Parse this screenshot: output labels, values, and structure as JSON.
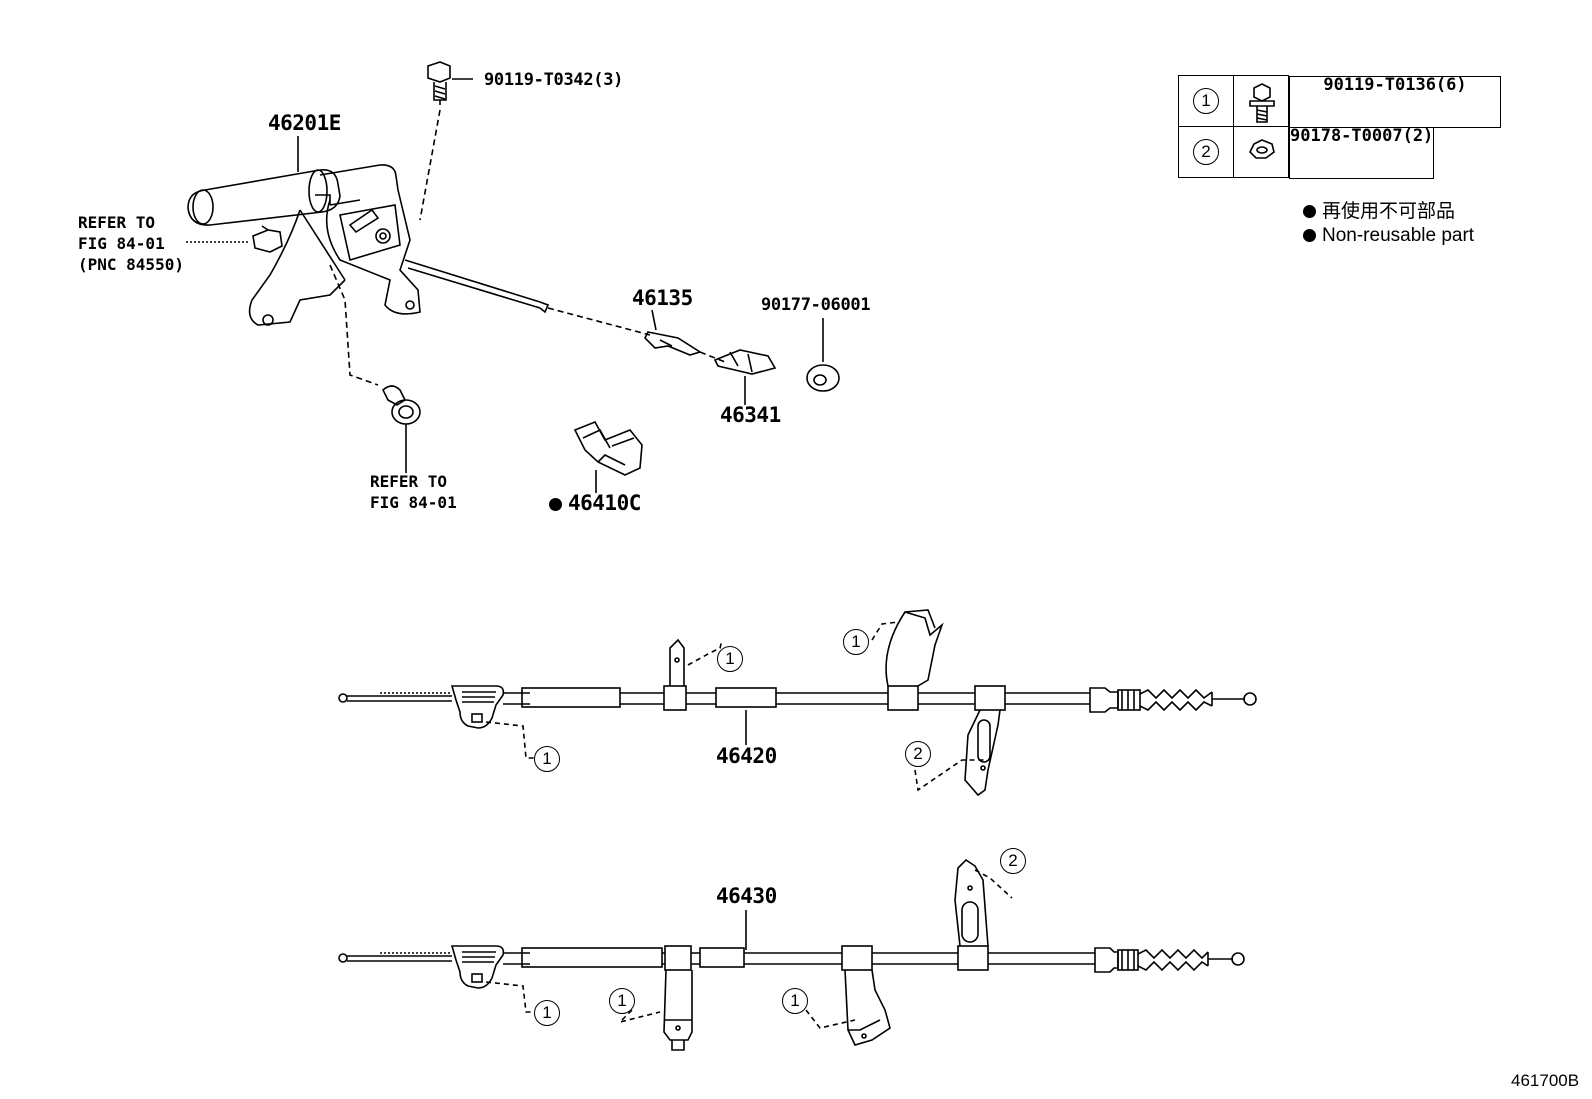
{
  "top_assembly": {
    "lever_part": "46201E",
    "bolt_top": "90119-T0342(3)",
    "refer_switch": [
      "REFER TO",
      "FIG 84-01",
      "(PNC 84550)"
    ],
    "refer_bolt": [
      "REFER TO",
      "FIG 84-01"
    ],
    "part_46135": "46135",
    "part_46341": "46341",
    "part_nut": "90177-06001",
    "part_clip": "46410C"
  },
  "legend_table": {
    "rows": [
      {
        "ref": "1",
        "icon": "bolt-icon",
        "part": "90119-T0136(6)"
      },
      {
        "ref": "2",
        "icon": "nut-icon",
        "part": "90178-T0007(2)"
      }
    ],
    "note_jp": "再使用不可部品",
    "note_en": "Non-reusable part"
  },
  "cable_1": {
    "part": "46420",
    "callouts": [
      "1",
      "1",
      "1",
      "2"
    ]
  },
  "cable_2": {
    "part": "46430",
    "callouts": [
      "1",
      "1",
      "1",
      "2"
    ]
  },
  "figure_id": "461700B"
}
